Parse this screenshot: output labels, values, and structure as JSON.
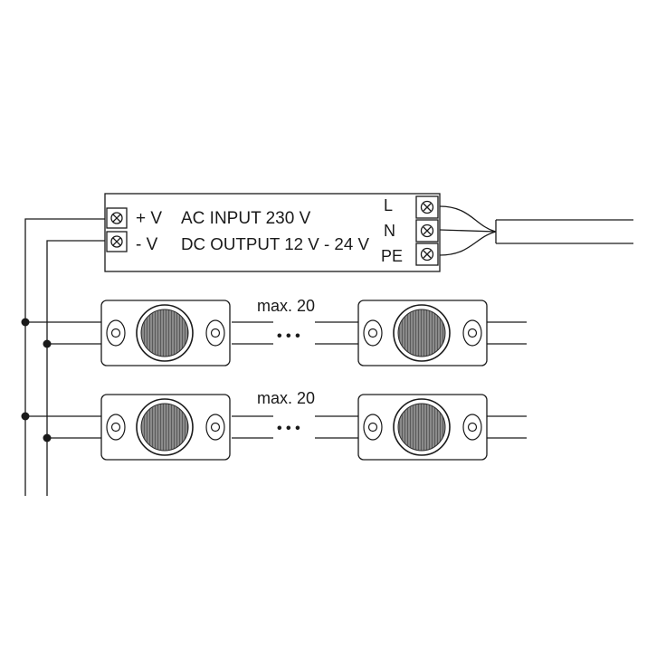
{
  "power_supply": {
    "terminal_plus": "+ V",
    "terminal_minus": "- V",
    "ac_input_label": "AC INPUT 230 V",
    "dc_output_label": "DC OUTPUT 12 V - 24 V",
    "mains_l": "L",
    "mains_n": "N",
    "mains_pe": "PE"
  },
  "module_rows": [
    {
      "max_label": "max. 20",
      "ellipsis": "• • •"
    },
    {
      "max_label": "max. 20",
      "ellipsis": "• • •"
    }
  ],
  "colors": {
    "line": "#1a1a1a",
    "lens": "#6e6e6e"
  },
  "icons": [
    "screw-terminal-icon",
    "led-lens-icon",
    "mounting-hole-icon",
    "junction-dot-icon"
  ]
}
